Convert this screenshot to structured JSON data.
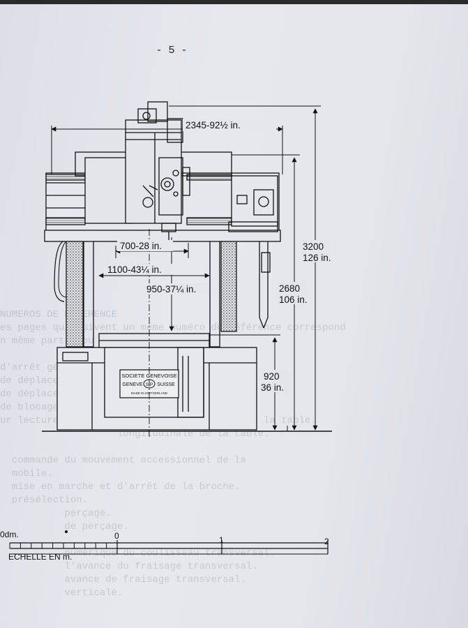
{
  "page": {
    "number": "- 5 -"
  },
  "drawing": {
    "overall_width": "2345-92½ in.",
    "table_width": "700-28 in.",
    "between_columns": "1100-43¼ in.",
    "table_travel": "950-37¼ in.",
    "overall_height_mm": "3200",
    "overall_height_in": "126 in.",
    "rail_height_mm": "2680",
    "rail_height_in": "106 in.",
    "table_height_mm": "920",
    "table_height_in": "36 in.",
    "nameplate": {
      "line1": "SOCIETE GENEVOISE",
      "left": "GENEVE",
      "logo": "SIP",
      "right": "SUISSE",
      "line3": "MADE IN SWITZERLAND"
    }
  },
  "scale": {
    "unit_left": "0dm.",
    "tick_0": "0",
    "tick_1": "1",
    "tick_2": "2",
    "caption": "ECHELLE  EN  m."
  },
  "bleed_through": {
    "lines": [
      "NUMEROS DE REFERENCE",
      "es pages qui suivent un même numéro de référence correspond",
      "n même partie ou organe.",
      "",
      "d'arrêt général   du moteur principal.",
      "de déplacement horizontal de la table.",
      "de déplacement longitudinal.",
      "de blocage de la table.",
      "ur lecture de la coordonnée approximative de la table.",
      "                    longitudinale de la table.",
      "",
      "  commande du mouvement accessionnel de la",
      "  mobile.",
      "  mise en marche et d'arrêt de la broche.",
      "  présélection.",
      "           perçage.",
      "           de perçage.",
      "",
      "           numérique du coulisseau transversal.",
      "           l'avance du fraisage transversal.",
      "           avance de fraisage transversal.",
      "           verticale."
    ]
  }
}
